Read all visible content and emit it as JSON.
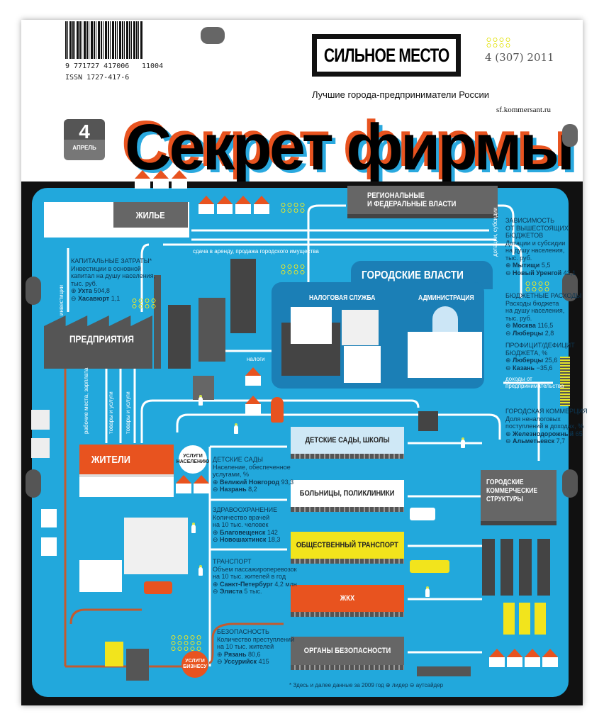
{
  "header": {
    "barcode_digits": "9 771727 417006",
    "barcode_addon": "11004",
    "issn": "ISSN 1727-417-6",
    "brand_box": "СИЛЬНОЕ МЕСТО",
    "issue": "4 (307) 2011",
    "subtitle": "Лучшие города-предприниматели России",
    "site": "sf.kommersant.ru",
    "date_number": "4",
    "date_month": "АПРЕЛЬ",
    "title": "Секрет фирмы"
  },
  "diagram": {
    "housing": "ЖИЛЬЕ",
    "regional": "РЕГИОНАЛЬНЫЕ\nИ ФЕДЕРАЛЬНЫЕ ВЛАСТИ",
    "rent_label": "сдача в аренду, продажа городского имущества",
    "city_authorities": "ГОРОДСКИЕ ВЛАСТИ",
    "tax_service": "НАЛОГОВАЯ СЛУЖБА",
    "administration": "АДМИНИСТРАЦИЯ",
    "enterprises": "ПРЕДПРИЯТИЯ",
    "residents": "ЖИТЕЛИ",
    "investments": "инвестиции",
    "jobs": "рабочие места, зарплата",
    "goods1": "товары и услуги",
    "goods2": "товары и услуги",
    "taxes": "налоги",
    "subsidies": "дотации, субсидии",
    "business_income": "доходы от предпринимательства",
    "services_population": "УСЛУГИ НАСЕЛЕНИЮ",
    "services_business": "УСЛУГИ БИЗНЕСУ",
    "commercial": "ГОРОДСКИЕ КОММЕРЧЕСКИЕ СТРУКТУРЫ",
    "services": [
      "ДЕТСКИЕ САДЫ, ШКОЛЫ",
      "БОЛЬНИЦЫ, ПОЛИКЛИНИКИ",
      "ОБЩЕСТВЕННЫЙ ТРАНСПОРТ",
      "ЖКХ",
      "ОРГАНЫ БЕЗОПАСНОСТИ"
    ],
    "footnote": "* Здесь и далее данные за 2009 год  ⊕ лидер  ⊖ аутсайдер"
  },
  "stats": {
    "capex": {
      "title": "КАПИТАЛЬНЫЕ ЗАТРАТЫ*",
      "desc": "Инвестиции в основной\nкапитал на душу населения,\nтыс. руб.",
      "leader": "Ухта",
      "leader_val": "504,8",
      "outsider": "Хасавюрт",
      "outsider_val": "1,1"
    },
    "dependence": {
      "title": "ЗАВИСИМОСТЬ\nОТ ВЫШЕСТОЯЩИХ\nБЮДЖЕТОВ",
      "desc": "Дотации и субсидии\nна душу населения,\nтыс. руб.",
      "leader": "Мытищи",
      "leader_val": "5,5",
      "outsider": "Новый Уренгой",
      "outsider_val": "43,1"
    },
    "spending": {
      "title": "БЮДЖЕТНЫЕ РАСХОДЫ",
      "desc": "Расходы бюджета\nна душу населения,\nтыс. руб.",
      "leader": "Москва",
      "leader_val": "116,5",
      "outsider": "Люберцы",
      "outsider_val": "2,8"
    },
    "surplus": {
      "title": "ПРОФИЦИТ/ДЕФИЦИТ\nБЮДЖЕТА, %",
      "desc": "",
      "leader": "Люберцы",
      "leader_val": "25,6",
      "outsider": "Казань",
      "outsider_val": "−35,6"
    },
    "commerce": {
      "title": "ГОРОДСКАЯ КОММЕРЦИЯ",
      "desc": "Доля неналоговых\nпоступлений в доходах, %",
      "leader": "Железнодорожный",
      "leader_val": "65",
      "outsider": "Альметьевск",
      "outsider_val": "7,7"
    },
    "kindergartens": {
      "title": "ДЕТСКИЕ САДЫ",
      "desc": "Население, обеспеченное\nуслугами, %",
      "leader": "Великий Новгород",
      "leader_val": "93,3",
      "outsider": "Назрань",
      "outsider_val": "8,2"
    },
    "health": {
      "title": "ЗДРАВООХРАНЕНИЕ",
      "desc": "Количество врачей\nна 10 тыс. человек",
      "leader": "Благовещенск",
      "leader_val": "142",
      "outsider": "Новошахтинск",
      "outsider_val": "18,3"
    },
    "transport": {
      "title": "ТРАНСПОРТ",
      "desc": "Объем пассажироперевозок\nна 10 тыс. жителей в год",
      "leader": "Санкт-Петербург",
      "leader_val": "4,2 млн",
      "outsider": "Элиста",
      "outsider_val": "5 тыс."
    },
    "security": {
      "title": "БЕЗОПАСНОСТЬ",
      "desc": "Количество преступлений\nна 10 тыс. жителей",
      "leader": "Рязань",
      "leader_val": "80,6",
      "outsider": "Уссурийск",
      "outsider_val": "415"
    }
  },
  "colors": {
    "blue": "#22a8dc",
    "dark_blue": "#1b7fb6",
    "orange": "#e8531f",
    "yellow": "#f2e41c",
    "gray": "#555555"
  }
}
